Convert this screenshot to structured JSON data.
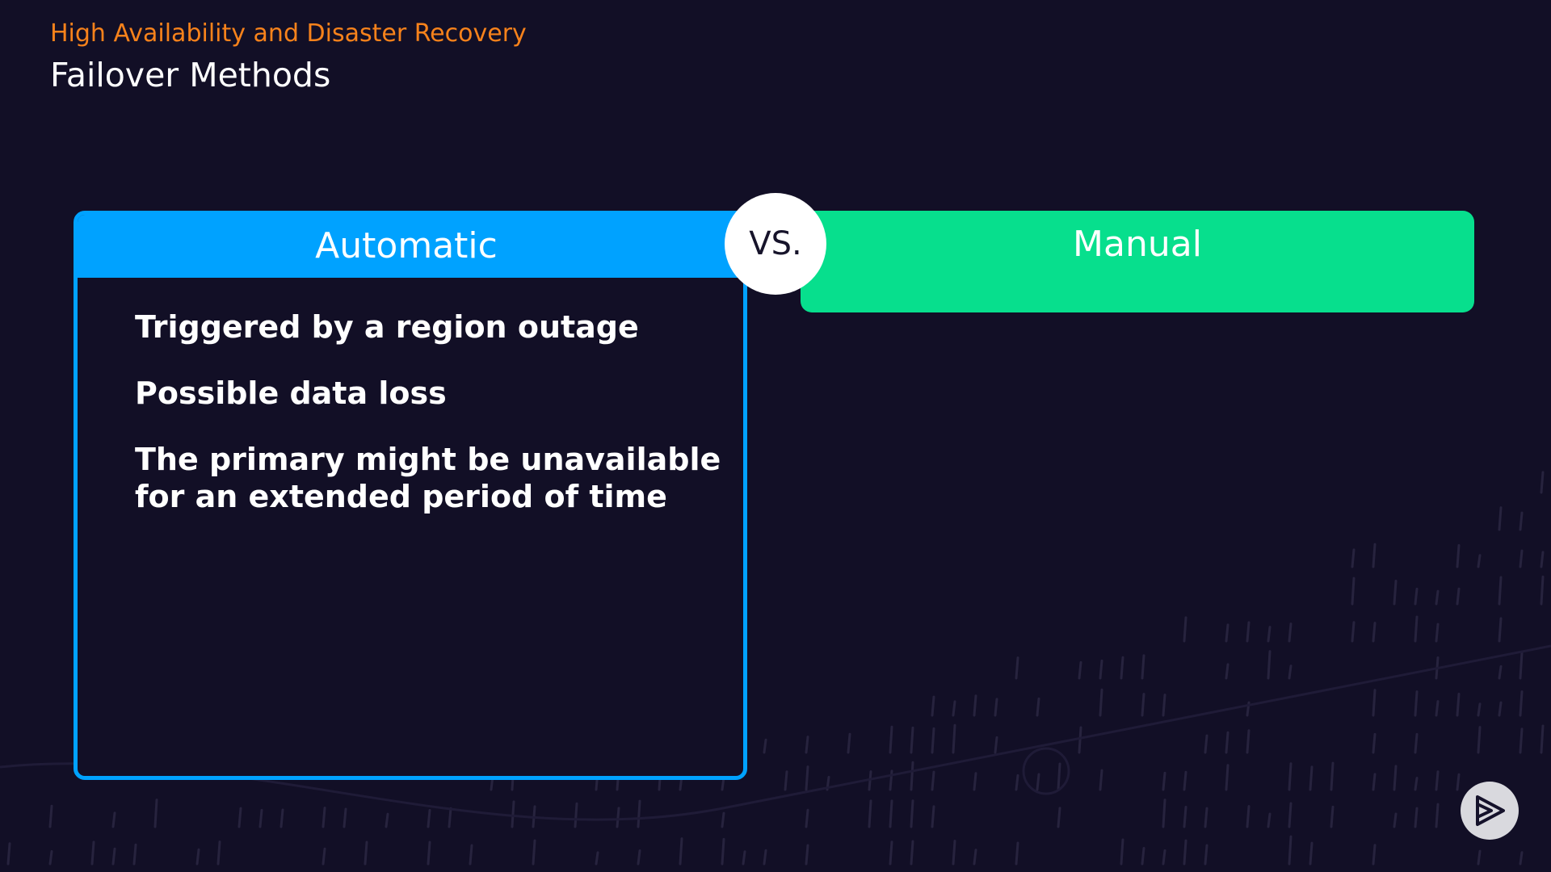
{
  "slide": {
    "kicker": "High Availability and Disaster Recovery",
    "title": "Failover Methods"
  },
  "comparison": {
    "left": {
      "heading": "Automatic",
      "points": [
        "Triggered by a region outage",
        "Possible data loss",
        "The primary might be unavailable for an extended period of time"
      ]
    },
    "vs_label": "VS.",
    "right": {
      "heading": "Manual"
    }
  },
  "colors": {
    "background": "#120f26",
    "kicker": "#f7821b",
    "automatic": "#00a2ff",
    "manual": "#07df8d",
    "vs_circle": "#ffffff",
    "pattern": "#27233e"
  },
  "icons": {
    "brand": "play-logo-icon"
  }
}
